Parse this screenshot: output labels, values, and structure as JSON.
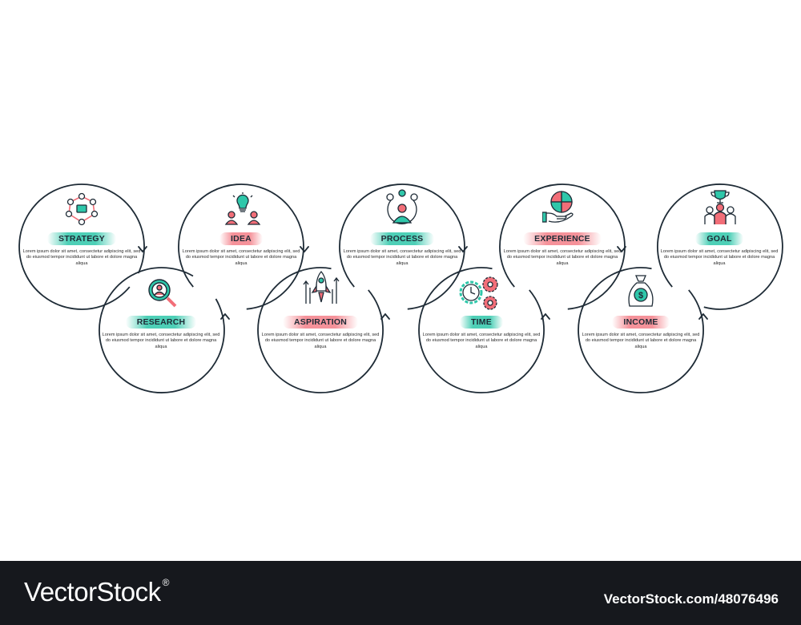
{
  "colors": {
    "teal": "#2fc7aa",
    "pink": "#f26e78",
    "line": "#1e2b36"
  },
  "description": "Lorem ipsum dolor sit amet, consectetur adipiscing elit, sed do eiusmod tempor incididunt ut labore et dolore magna aliqua",
  "steps": [
    {
      "label": "STRATEGY",
      "accent": "teal",
      "icon": "team-network-icon"
    },
    {
      "label": "RESEARCH",
      "accent": "teal",
      "icon": "search-person-icon"
    },
    {
      "label": "IDEA",
      "accent": "pink",
      "icon": "lightbulb-team-icon"
    },
    {
      "label": "ASPIRATION",
      "accent": "pink",
      "icon": "rocket-icon"
    },
    {
      "label": "PROCESS",
      "accent": "teal",
      "icon": "person-process-icon"
    },
    {
      "label": "TIME",
      "accent": "teal",
      "icon": "clock-gears-icon"
    },
    {
      "label": "EXPERIENCE",
      "accent": "pink",
      "icon": "hand-puzzle-icon"
    },
    {
      "label": "INCOME",
      "accent": "pink",
      "icon": "money-bag-icon"
    },
    {
      "label": "GOAL",
      "accent": "teal",
      "icon": "trophy-team-icon"
    }
  ],
  "footer": {
    "brand": "VectorStock",
    "registered": "®",
    "credit": "VectorStock.com/48076496"
  }
}
